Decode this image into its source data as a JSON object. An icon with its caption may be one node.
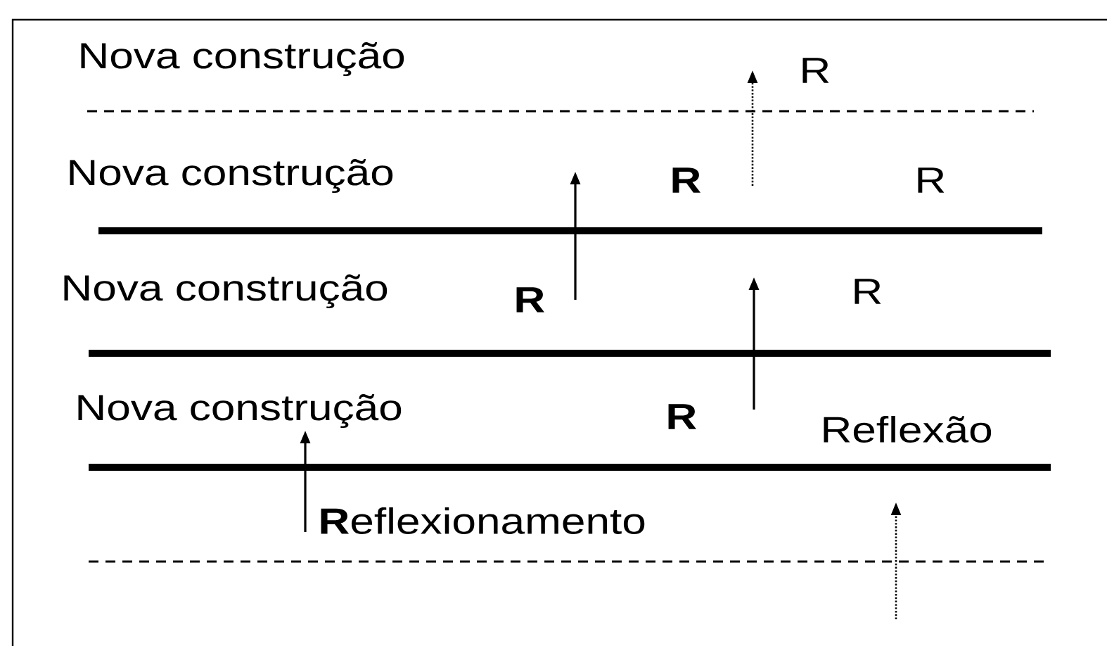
{
  "diagram": {
    "labels": [
      "Nova construção",
      "R",
      "Nova construção",
      "R",
      "R",
      "Nova construção",
      "R",
      "R",
      "Nova construção",
      "R",
      "Reflexão",
      "**R**eflexionamento"
    ]
  }
}
